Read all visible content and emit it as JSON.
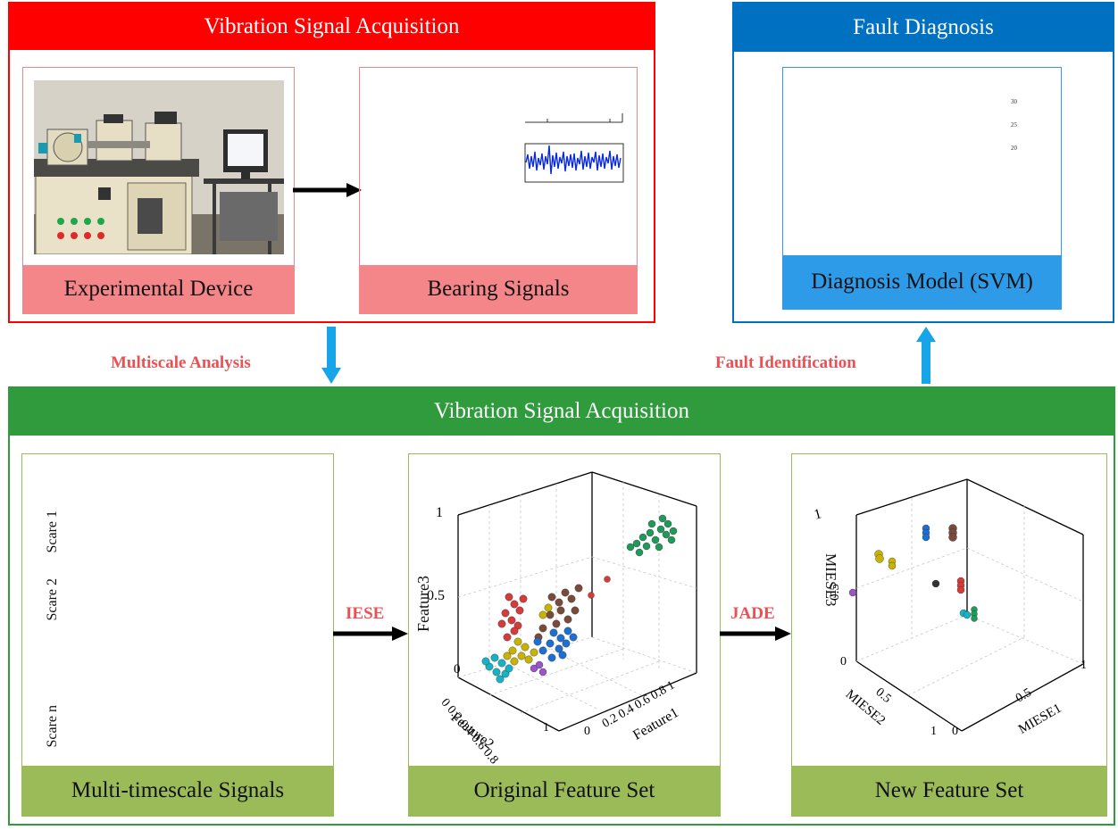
{
  "top_left": {
    "title": "Vibration Signal Acquisition",
    "device_caption": "Experimental Device",
    "signals_caption": "Bearing Signals"
  },
  "top_right": {
    "title": "Fault Diagnosis",
    "model_caption": "Diagnosis Model (SVM)",
    "axis_ticks": [
      "30",
      "25",
      "20"
    ]
  },
  "arrows": {
    "down_label": "Multiscale Analysis",
    "up_label": "Fault Identification",
    "iese_label": "IESE",
    "jade_label": "JADE"
  },
  "bottom": {
    "title": "Vibration Signal Acquisition",
    "panel1": {
      "caption": "Multi-timescale Signals",
      "scales": [
        "Scare 1",
        "Scare 2",
        "Scare n"
      ]
    },
    "panel2": {
      "caption": "Original Feature Set",
      "zlabel": "Feature3",
      "ylabel": "Feature2",
      "xlabel": "Feature1",
      "z_ticks": [
        "1",
        "0.5",
        "0"
      ],
      "y_ticks": [
        "0 0.2 0.4 0.6 0.8",
        "1"
      ],
      "x_ticks": [
        "0",
        "0.2 0.4 0.6 0.8 1"
      ]
    },
    "panel3": {
      "caption": "New Feature Set",
      "zlabel": "MIESE3",
      "ylabel": "MIESE2",
      "xlabel": "MIESE1",
      "z_ticks": [
        "1",
        "0.5"
      ],
      "y_ticks": [
        "0",
        "0.5",
        "1"
      ],
      "x_ticks": [
        "0",
        "0.5",
        "1"
      ]
    }
  },
  "colors": {
    "red": "#ff0000",
    "pink": "#f4868a",
    "blue_dark": "#0070c0",
    "blue_light": "#2e9be8",
    "green_dark": "#2f9b3c",
    "green_light": "#9bbb59",
    "arrow_cyan": "#16a5e8",
    "label_red": "#ee4f52"
  }
}
